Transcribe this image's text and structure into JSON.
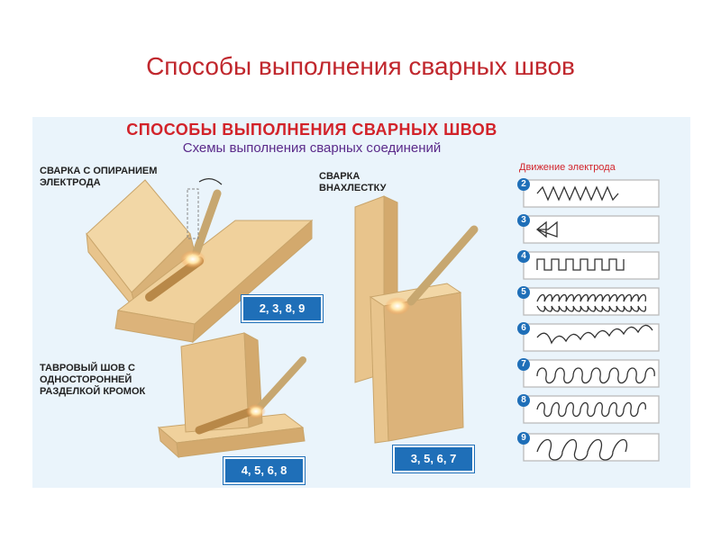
{
  "slide": {
    "title": "Способы выполнения сварных швов"
  },
  "panel": {
    "title": "СПОСОБЫ ВЫПОЛНЕНИЯ СВАРНЫХ ШВОВ",
    "subtitle": "Схемы выполнения сварных соединений",
    "label_support": "Сварка с опиранием электрода",
    "label_overlap": "Сварка внахлестку",
    "label_tee": "Тавровый шов с односторонней разделкой кромок",
    "badge_a": "2, 3, 8, 9",
    "badge_b": "4, 5, 6, 8",
    "badge_c": "3, 5, 6, 7",
    "motion_header": "Движение электрода",
    "motions": [
      "2",
      "3",
      "4",
      "5",
      "6",
      "7",
      "8",
      "9"
    ]
  },
  "colors": {
    "title": "#c0272d",
    "accent_red": "#d2232a",
    "badge_blue": "#1f6fb8",
    "wood": "#e8c48c",
    "panel_bg": "#eaf4fb"
  }
}
